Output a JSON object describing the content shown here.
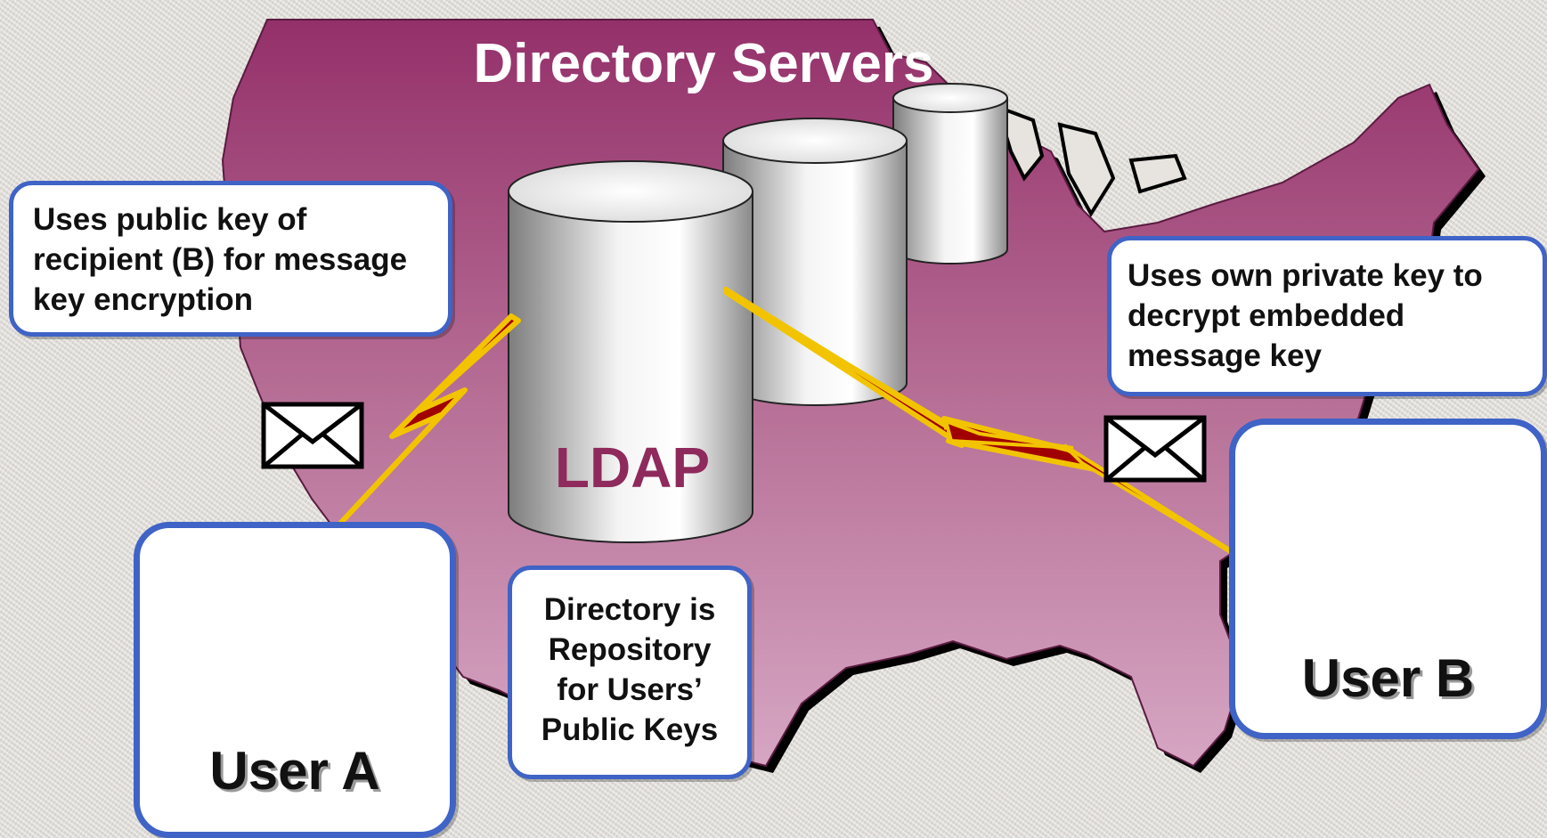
{
  "title": "Directory Servers",
  "ldap_label": "LDAP",
  "notes": {
    "sender": "Uses public key of\nrecipient (B) for message\nkey encryption",
    "recipient": "Uses own private key to\ndecrypt embedded\nmessage key",
    "directory": "Directory is\nRepository\nfor Users’\nPublic Keys"
  },
  "users": {
    "a": "User A",
    "b": "User B"
  },
  "icons": {
    "map": "us-map-icon",
    "server": "database-cylinder-icon",
    "envelope": "envelope-icon",
    "link": "lightning-bolt-icon",
    "user": "user-at-computer-icon"
  },
  "colors": {
    "map_top": "#94306a",
    "map_bottom": "#d6a6c3",
    "box_border": "#3f63c6",
    "bolt_fill": "#a00000",
    "bolt_edge": "#f2c400",
    "ldap_text": "#8e2a5c"
  }
}
